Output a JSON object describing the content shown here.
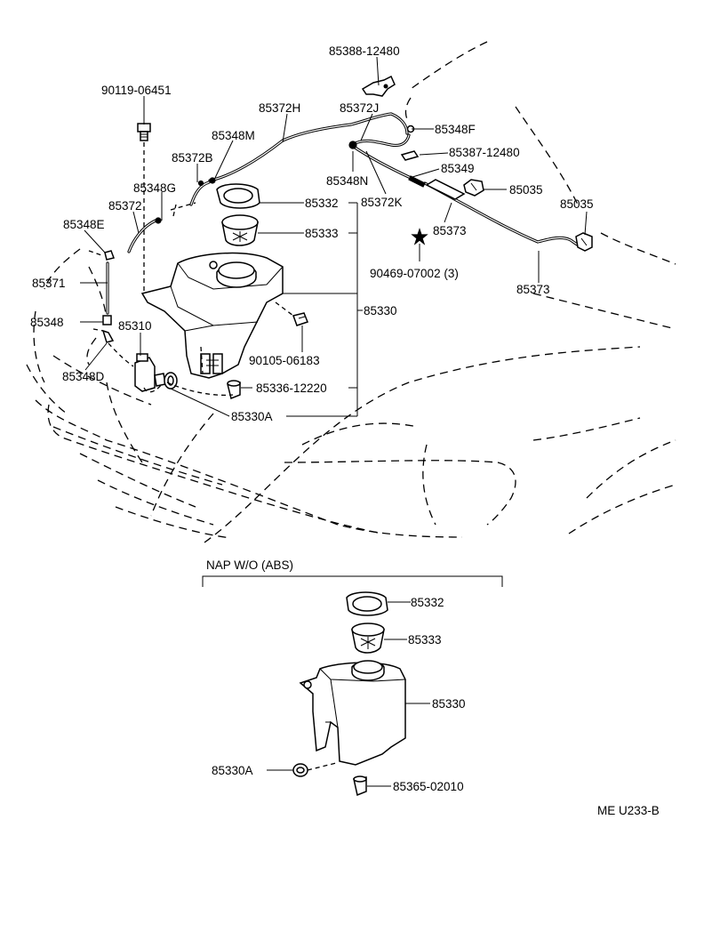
{
  "diagram_code": "ME U233-B",
  "section_label": "NAP W/O (ABS)",
  "callouts": {
    "c85388": "85388-12480",
    "c90119": "90119-06451",
    "c85372H": "85372H",
    "c85372J": "85372J",
    "c85348F": "85348F",
    "c85348M": "85348M",
    "c85387": "85387-12480",
    "c85372B": "85372B",
    "c85348N": "85348N",
    "c85349": "85349",
    "c85348G": "85348G",
    "c85372K": "85372K",
    "c85035a": "85035",
    "c85035b": "85035",
    "c85372": "85372",
    "c85332": "85332",
    "c85348E": "85348E",
    "c85373a": "85373",
    "c85333": "85333",
    "c90469": "90469-07002 (3)",
    "c85373b": "85373",
    "c85371": "85371",
    "c85330": "85330",
    "c85348": "85348",
    "c85310": "85310",
    "c90105": "90105-06183",
    "c85348D": "85348D",
    "c85336": "85336-12220",
    "c85330A": "85330A",
    "s85332": "85332",
    "s85333": "85333",
    "s85330": "85330",
    "s85330A": "85330A",
    "s85365": "85365-02010"
  }
}
